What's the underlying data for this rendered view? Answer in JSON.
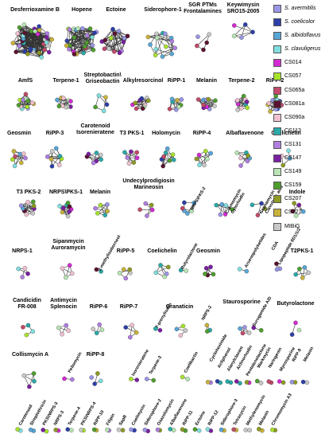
{
  "legend": [
    {
      "label": "S. avermitilis",
      "color": "#9a96e6",
      "italic": true
    },
    {
      "label": "S. coelicolor",
      "color": "#2c3fa8",
      "italic": true
    },
    {
      "label": "S. albidoflavus",
      "color": "#58a6d6",
      "italic": true
    },
    {
      "label": "S. clavuligerus",
      "color": "#7fdede",
      "italic": true
    },
    {
      "label": "CS014",
      "color": "#d42ad4",
      "italic": false
    },
    {
      "label": "CS057",
      "color": "#a7e32a",
      "italic": false
    },
    {
      "label": "CS065a",
      "color": "#c24a6a",
      "italic": false
    },
    {
      "label": "CS081a",
      "color": "#5a1230",
      "italic": false
    },
    {
      "label": "CS090a",
      "color": "#f0c0d0",
      "italic": false
    },
    {
      "label": "CS113",
      "color": "#2aa9a9",
      "italic": false
    },
    {
      "label": "CS131",
      "color": "#b07ee0",
      "italic": false
    },
    {
      "label": "CS147",
      "color": "#7b1fa2",
      "italic": false
    },
    {
      "label": "CS149",
      "color": "#b9e6b3",
      "italic": false
    },
    {
      "label": "CS159",
      "color": "#4e9e2e",
      "italic": false
    },
    {
      "label": "CS207",
      "color": "#8f9a22",
      "italic": false
    },
    {
      "label": "CS227",
      "color": "#c9b23a",
      "italic": false
    },
    {
      "label": "MIBiG",
      "color": "#c8c8c8",
      "italic": false
    }
  ],
  "labels": {
    "l01": "Desferrioxamine B",
    "l02": "Hopene",
    "l03": "Ectoine",
    "l04": "Siderophore-1",
    "l05": "SGR PTMs",
    "l05b": "Frontalamines",
    "l06": "Keywimysin",
    "l06b": "SRO15-2005",
    "l07": "AmfS",
    "l08": "Terpene-1",
    "l09": "Streptobactin\\",
    "l09b": "Griseobactin",
    "l10": "Alkylresorcinol",
    "l11": "RiPP-1",
    "l12": "Melanin",
    "l13": "Terpene-2",
    "l14": "RiPP-2",
    "l15": "Geosmin",
    "l16": "RiPP-3",
    "l17": "Carotenoid",
    "l17b": "Isorenieratene",
    "l18": "T3 PKS-1",
    "l19": "Holomycin",
    "l20": "RiPP-4",
    "l21": "Albaflavenone",
    "l22": "Coelichelin",
    "l23": "T3 PKS-2",
    "l24": "NRPS\\PKS-1",
    "l25": "Melanin",
    "l26": "Undecylprodigiosin",
    "l26b": "Marineosin",
    "l27": "NRPS\\PKS-2",
    "l28": "Cosmomycin",
    "l28b": "Cytorhodin",
    "l29": "Cephamycin C-",
    "l29b": "Clavulanic acid",
    "l30": "Indole",
    "l31": "NRPS-1",
    "l32": "Sipanmycin",
    "l32b": "Auroramycin",
    "l33": "2-methylisoborneol",
    "l34": "RiPP-5",
    "l35": "Coelichelin",
    "l36": "Butyrolactone",
    "l37": "Geosmin",
    "l38": "Arsenopolyketides",
    "l39": "CDA",
    "l39b": "Lipopeptide 8D1/1/2",
    "l40": "T2PKS-1",
    "l41": "Candicidin",
    "l41b": "FR-008",
    "l42": "Antimycin",
    "l42b": "Splenocin",
    "l43": "RiPP-6",
    "l44": "RiPP-7",
    "l45": "7-prenylisatin",
    "l46": "Granaticin",
    "l47": "NRPS-2",
    "l48": "Staurosporine",
    "l49": "Surugamide A/D",
    "l50": "Butyrolactone",
    "l51": "Collismycin A",
    "l52": "Pellomycin",
    "l53": "RiPP-8",
    "l54": "Isorenieratene",
    "l55": "Terpene-3",
    "l56": "Coelibactin",
    "l57": "Cycloheximide",
    "l58": "Actiphenol",
    "l59": "Alanylclavam",
    "l60": "Actinorhodin",
    "l61": "Pentalenolactone",
    "l62": "Warkmycin",
    "l63": "Naringenin",
    "l64": "Mycosporine",
    "l65": "RiPP-9",
    "l66": "Melanin",
    "b01": "Carotenoid",
    "b02": "Streptothricin",
    "b03": "PKS\\NRPS-3",
    "b04": "NRPS-3",
    "b05": "Terpene-4",
    "b06": "PKS\\NRPS-4",
    "b07": "RiPP-10",
    "b08": "Filipin",
    "b09": "SapB",
    "b10": "Coelimycin",
    "b11": "Siderophore-2",
    "b12": "Oxazolomycin",
    "b13": "Albaflavenone",
    "b14": "RiPP-11",
    "b15": "Ectoine",
    "b16": "RiPP-12",
    "b17": "Siderophore-3",
    "b18": "Tetrasycin",
    "b19": "Methylenomycin",
    "b20": "Melanin",
    "b21": "Chromomycin A3"
  }
}
